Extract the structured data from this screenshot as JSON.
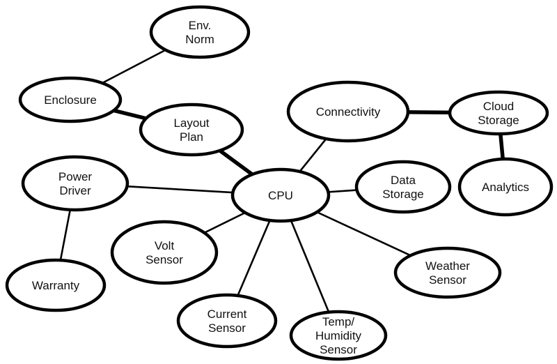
{
  "diagram": {
    "type": "mind-map",
    "colors": {
      "stroke": "#000000",
      "fill": "#ffffff",
      "text": "#111111"
    },
    "nodes": [
      {
        "id": "env_norm",
        "lines": [
          "Env.",
          "Norm"
        ]
      },
      {
        "id": "enclosure",
        "lines": [
          "Enclosure"
        ]
      },
      {
        "id": "layout_plan",
        "lines": [
          "Layout",
          "Plan"
        ]
      },
      {
        "id": "connectivity",
        "lines": [
          "Connectivity"
        ]
      },
      {
        "id": "cloud_storage",
        "lines": [
          "Cloud",
          "Storage"
        ]
      },
      {
        "id": "analytics",
        "lines": [
          "Analytics"
        ]
      },
      {
        "id": "cpu",
        "lines": [
          "CPU"
        ]
      },
      {
        "id": "data_storage",
        "lines": [
          "Data",
          "Storage"
        ]
      },
      {
        "id": "power_driver",
        "lines": [
          "Power",
          "Driver"
        ]
      },
      {
        "id": "volt_sensor",
        "lines": [
          "Volt",
          "Sensor"
        ]
      },
      {
        "id": "warranty",
        "lines": [
          "Warranty"
        ]
      },
      {
        "id": "current_sensor",
        "lines": [
          "Current",
          "Sensor"
        ]
      },
      {
        "id": "temp_humidity_sensor",
        "lines": [
          "Temp/",
          "Humidity",
          "Sensor"
        ]
      },
      {
        "id": "weather_sensor",
        "lines": [
          "Weather",
          "Sensor"
        ]
      }
    ],
    "edges": [
      {
        "from": "env_norm",
        "to": "enclosure",
        "weight": "thin"
      },
      {
        "from": "enclosure",
        "to": "layout_plan",
        "weight": "thick"
      },
      {
        "from": "layout_plan",
        "to": "cpu",
        "weight": "thick"
      },
      {
        "from": "connectivity",
        "to": "cpu",
        "weight": "thin"
      },
      {
        "from": "connectivity",
        "to": "cloud_storage",
        "weight": "thick"
      },
      {
        "from": "cloud_storage",
        "to": "analytics",
        "weight": "thick"
      },
      {
        "from": "cpu",
        "to": "data_storage",
        "weight": "thin"
      },
      {
        "from": "power_driver",
        "to": "cpu",
        "weight": "thin"
      },
      {
        "from": "power_driver",
        "to": "warranty",
        "weight": "thin"
      },
      {
        "from": "volt_sensor",
        "to": "cpu",
        "weight": "thin"
      },
      {
        "from": "current_sensor",
        "to": "cpu",
        "weight": "thin"
      },
      {
        "from": "temp_humidity_sensor",
        "to": "cpu",
        "weight": "thin"
      },
      {
        "from": "weather_sensor",
        "to": "cpu",
        "weight": "thin"
      }
    ]
  }
}
